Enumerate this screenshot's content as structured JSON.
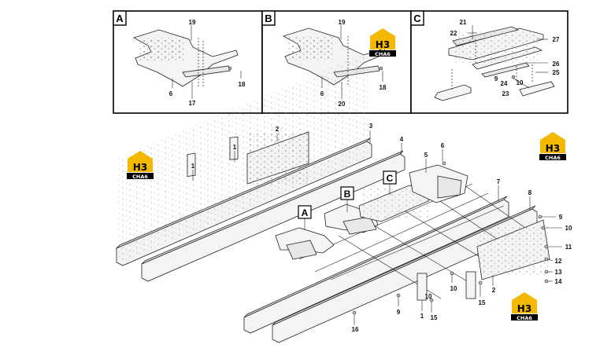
{
  "panels": [
    {
      "letter": "A",
      "callouts": [
        "19",
        "18",
        "6",
        "17"
      ]
    },
    {
      "letter": "B",
      "callouts": [
        "19",
        "18",
        "6",
        "20"
      ]
    },
    {
      "letter": "C",
      "callouts": [
        "21",
        "22",
        "27",
        "26",
        "25",
        "9",
        "24",
        "10",
        "23"
      ]
    }
  ],
  "detail_letters": [
    "A",
    "B",
    "C"
  ],
  "logo": {
    "main": "H3",
    "sub": "CHA6",
    "accent": "#f5b800"
  },
  "callouts": {
    "c1a": "1",
    "c1b": "1",
    "c1c": "1",
    "c2a": "2",
    "c2b": "2",
    "c3": "3",
    "c4": "4",
    "c5": "5",
    "c6": "6",
    "c7": "7",
    "c8": "8",
    "c9a": "9",
    "c9b": "9",
    "c10a": "10",
    "c10b": "10",
    "c10c": "10",
    "c11": "11",
    "c12": "12",
    "c13": "13",
    "c14": "14",
    "c15a": "15",
    "c15b": "15",
    "c16": "16"
  }
}
